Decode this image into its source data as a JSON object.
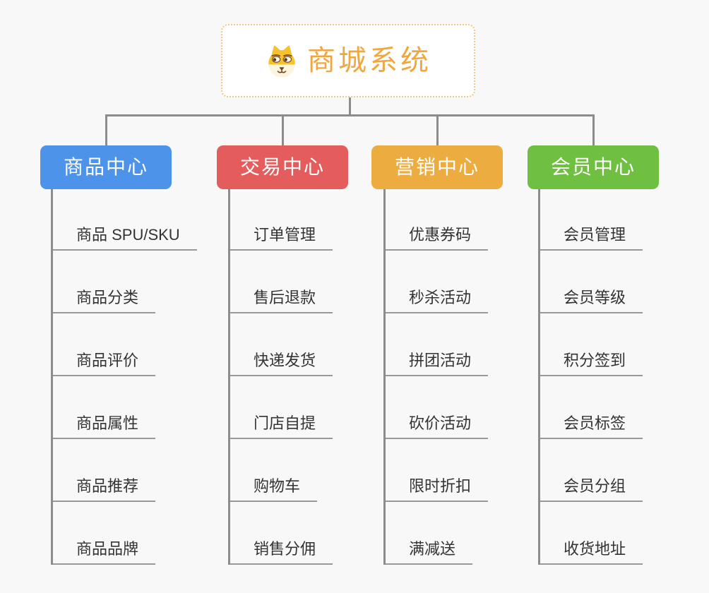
{
  "canvas": {
    "background": "#F8F8F8",
    "connector_color": "#8C8C8C",
    "underline_color": "#999999",
    "child_text_color": "#333333"
  },
  "root": {
    "title": "商城系统",
    "icon": "dog-icon",
    "text_color": "#F0A73E",
    "border_color": "#F2C683",
    "background": "#FFFFFF"
  },
  "branches": [
    {
      "id": "product-center",
      "label": "商品中心",
      "color": "#4C93E9",
      "children": [
        "商品 SPU/SKU",
        "商品分类",
        "商品评价",
        "商品属性",
        "商品推荐",
        "商品品牌"
      ]
    },
    {
      "id": "trade-center",
      "label": "交易中心",
      "color": "#E55C5C",
      "children": [
        "订单管理",
        "售后退款",
        "快递发货",
        "门店自提",
        "购物车",
        "销售分佣"
      ]
    },
    {
      "id": "marketing-center",
      "label": "营销中心",
      "color": "#ECAC3F",
      "children": [
        "优惠券码",
        "秒杀活动",
        "拼团活动",
        "砍价活动",
        "限时折扣",
        "满减送"
      ]
    },
    {
      "id": "member-center",
      "label": "会员中心",
      "color": "#6FC040",
      "children": [
        "会员管理",
        "会员等级",
        "积分签到",
        "会员标签",
        "会员分组",
        "收货地址"
      ]
    }
  ]
}
